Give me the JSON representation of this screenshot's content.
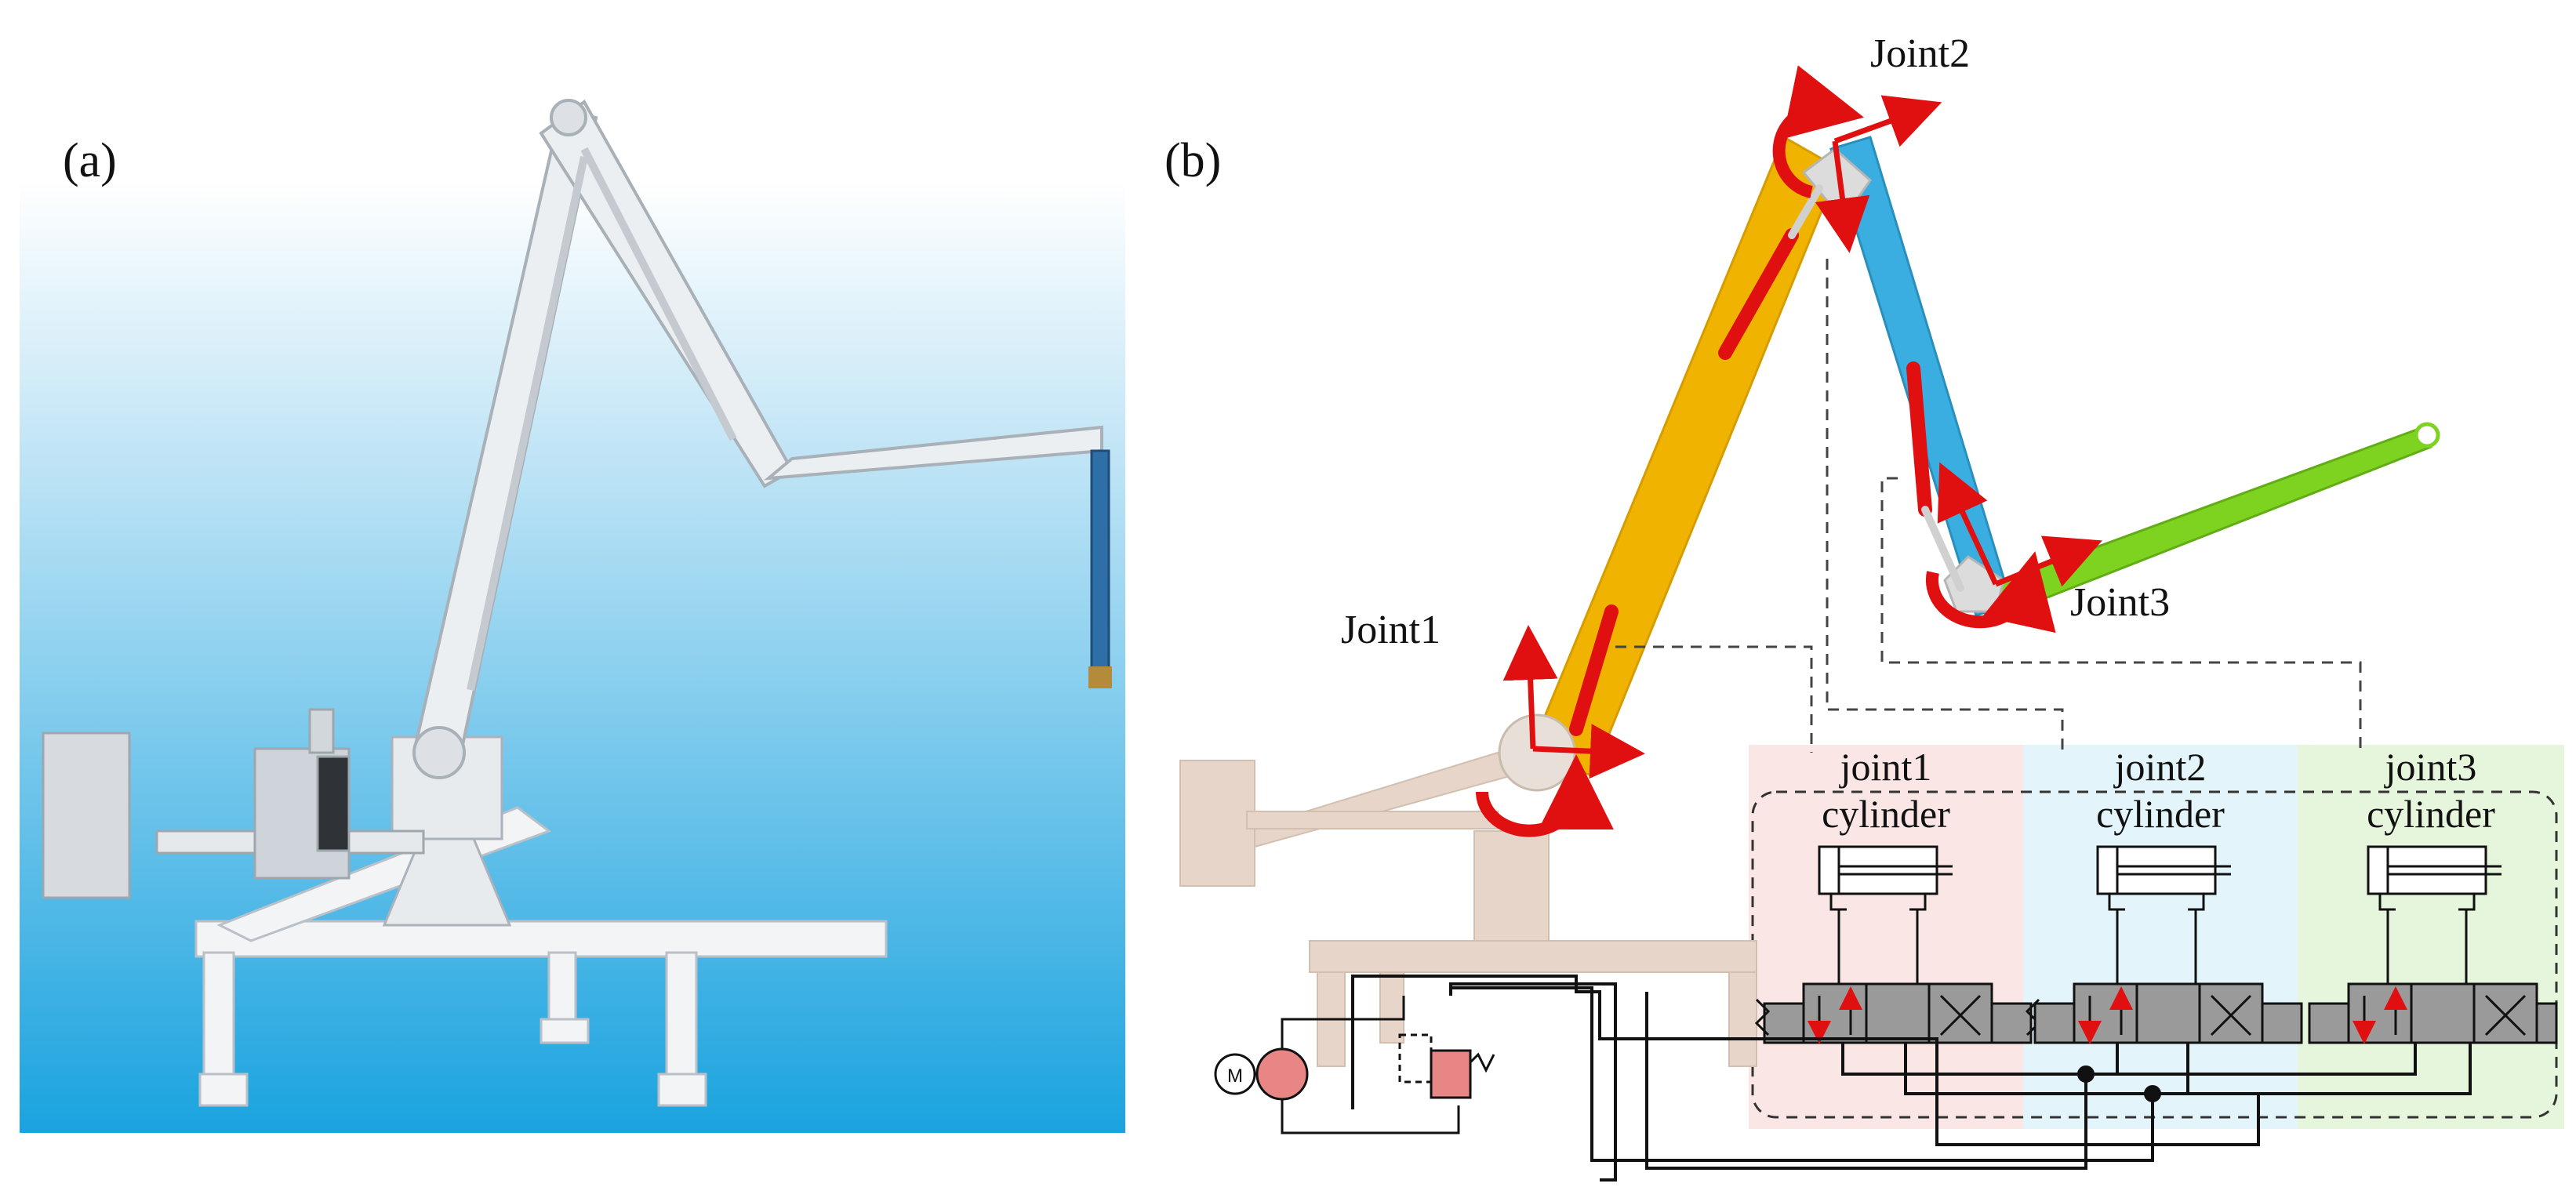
{
  "panel_a": {
    "label": "(a)"
  },
  "panel_b": {
    "label": "(b)",
    "joints": [
      {
        "label": "Joint1"
      },
      {
        "label": "Joint2"
      },
      {
        "label": "Joint3"
      }
    ],
    "hydraulics": [
      {
        "title": "joint1",
        "subtitle": "cylinder"
      },
      {
        "title": "joint2",
        "subtitle": "cylinder"
      },
      {
        "title": "joint3",
        "subtitle": "cylinder"
      }
    ],
    "motor_symbol": "M"
  },
  "colors": {
    "sky_top": "#ffffff",
    "sky_bottom": "#1aa3df",
    "arm_steel": "#e3e6ea",
    "boom1": "#f0b400",
    "boom2": "#3aaee0",
    "boom3": "#7ed321",
    "cylinder_rod": "#e01010",
    "arrow": "#e01010",
    "base": "#e6d5c8",
    "zone1": "#fbe6e6",
    "zone2": "#e3f5fb",
    "zone3": "#e6f6dc",
    "valve": "#9a9a9a",
    "pump": "#e88585"
  }
}
